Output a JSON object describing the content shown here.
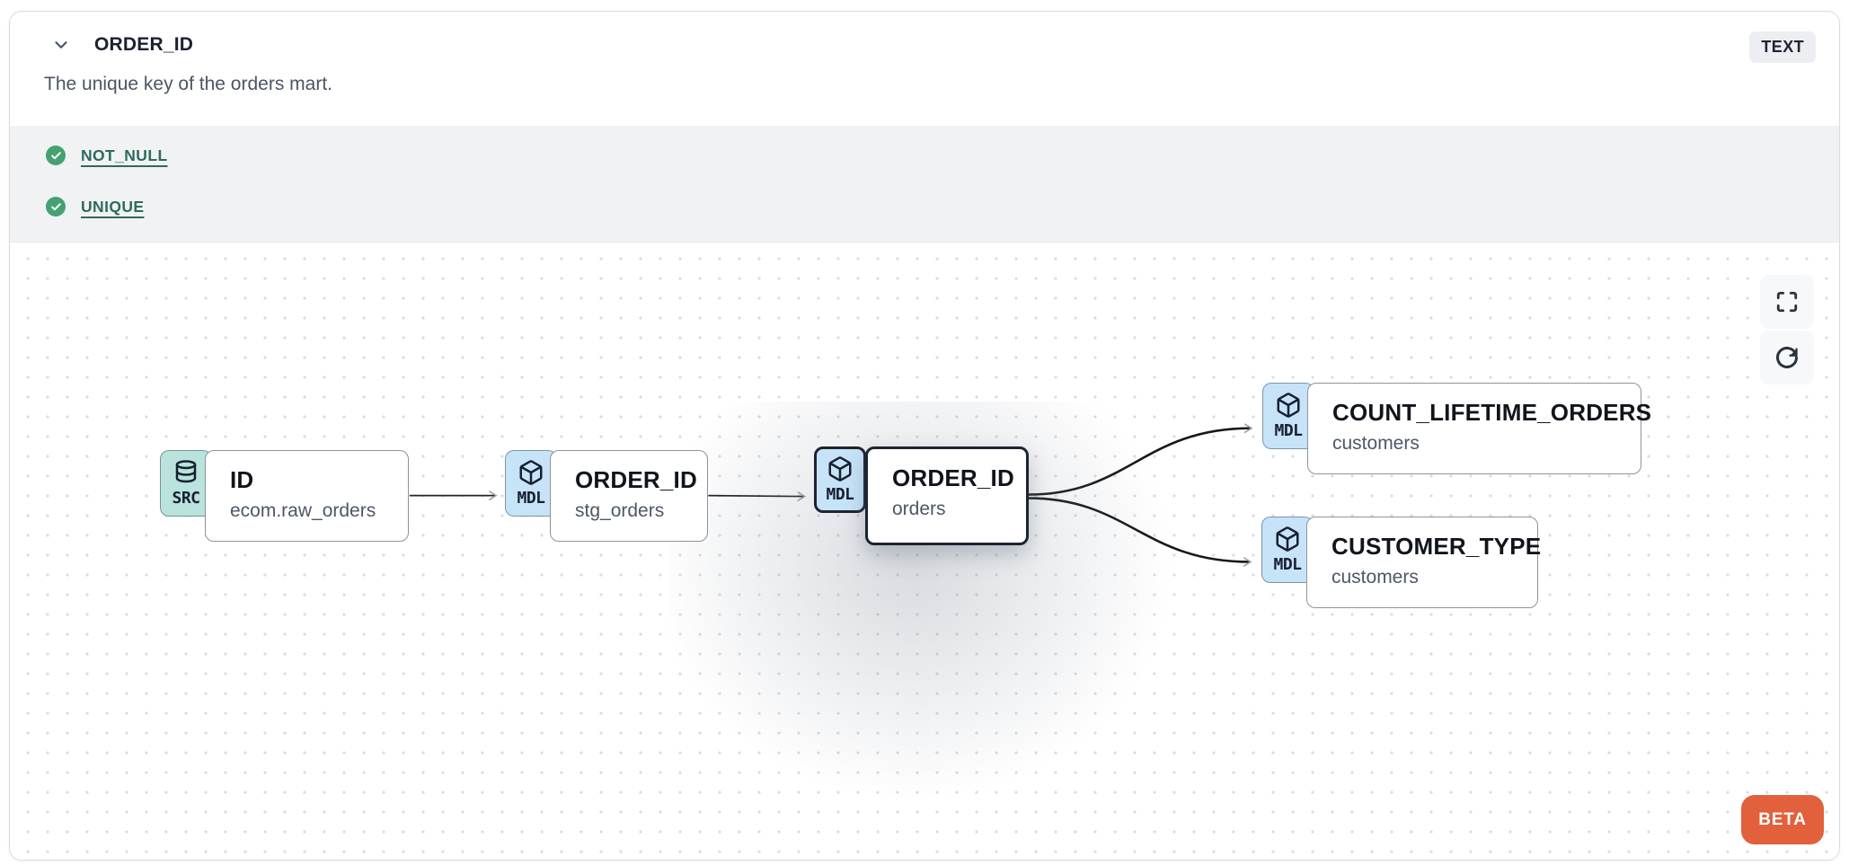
{
  "header": {
    "title": "ORDER_ID",
    "type_badge": "TEXT",
    "description": "The unique key of the orders mart."
  },
  "tests": {
    "items": [
      {
        "label": "NOT_NULL",
        "status": "pass"
      },
      {
        "label": "UNIQUE",
        "status": "pass"
      }
    ]
  },
  "lineage": {
    "nodes": [
      {
        "kind": "SRC",
        "icon": "database-icon",
        "title": "ID",
        "subtitle": "ecom.raw_orders",
        "selected": false
      },
      {
        "kind": "MDL",
        "icon": "cube-icon",
        "title": "ORDER_ID",
        "subtitle": "stg_orders",
        "selected": false
      },
      {
        "kind": "MDL",
        "icon": "cube-icon",
        "title": "ORDER_ID",
        "subtitle": "orders",
        "selected": true
      },
      {
        "kind": "MDL",
        "icon": "cube-icon",
        "title": "COUNT_LIFETIME_ORDERS",
        "subtitle": "customers",
        "selected": false
      },
      {
        "kind": "MDL",
        "icon": "cube-icon",
        "title": "CUSTOMER_TYPE",
        "subtitle": "customers",
        "selected": false
      }
    ],
    "edges": [
      {
        "from": 0,
        "to": 1
      },
      {
        "from": 1,
        "to": 2
      },
      {
        "from": 2,
        "to": 3
      },
      {
        "from": 2,
        "to": 4
      }
    ],
    "controls": [
      "fullscreen",
      "refresh"
    ],
    "beta_label": "BETA"
  },
  "colors": {
    "src_badge_bg": "#b9e3dc",
    "mdl_badge_bg": "#c7e3f8",
    "test_pass_green": "#46a171",
    "test_link_teal": "#2d6a5f",
    "beta_orange": "#e2603c",
    "selected_border": "#1b2430",
    "type_badge_bg": "#eceef1",
    "tests_section_bg": "#f1f2f4"
  }
}
